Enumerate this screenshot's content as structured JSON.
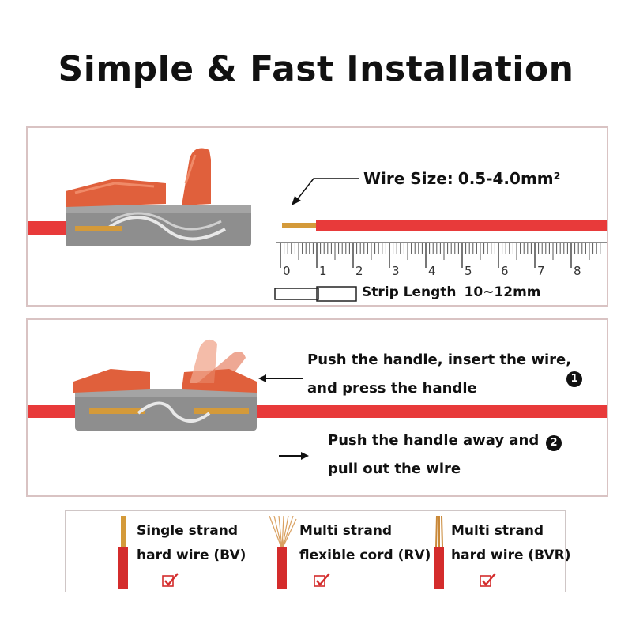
{
  "title": "Simple & Fast Installation",
  "panel1": {
    "wire_size_label": "Wire Size:",
    "wire_size_value": "0.5-4.0mm²",
    "ruler_numbers": [
      "0",
      "1",
      "2",
      "3",
      "4",
      "5",
      "6",
      "7",
      "8"
    ],
    "strip_label": "Strip Length",
    "strip_value": "10~12mm"
  },
  "panel2": {
    "step1_line1": "Push the handle, insert the wire,",
    "step1_line2": "and press the handle",
    "step1_num": "1",
    "step2_line1": "Push the handle away and",
    "step2_line2": "pull out the wire",
    "step2_num": "2"
  },
  "wire_types": [
    {
      "line1": "Single strand",
      "line2": "hard wire (BV)"
    },
    {
      "line1": "Multi strand",
      "line2": "flexible cord (RV)"
    },
    {
      "line1": "Multi strand",
      "line2": "hard wire (BVR)"
    }
  ],
  "colors": {
    "wire_red": "#e83a3a",
    "handle_orange": "#e0603c",
    "connector_gray": "#8a8a8a",
    "copper": "#d49a3a"
  }
}
